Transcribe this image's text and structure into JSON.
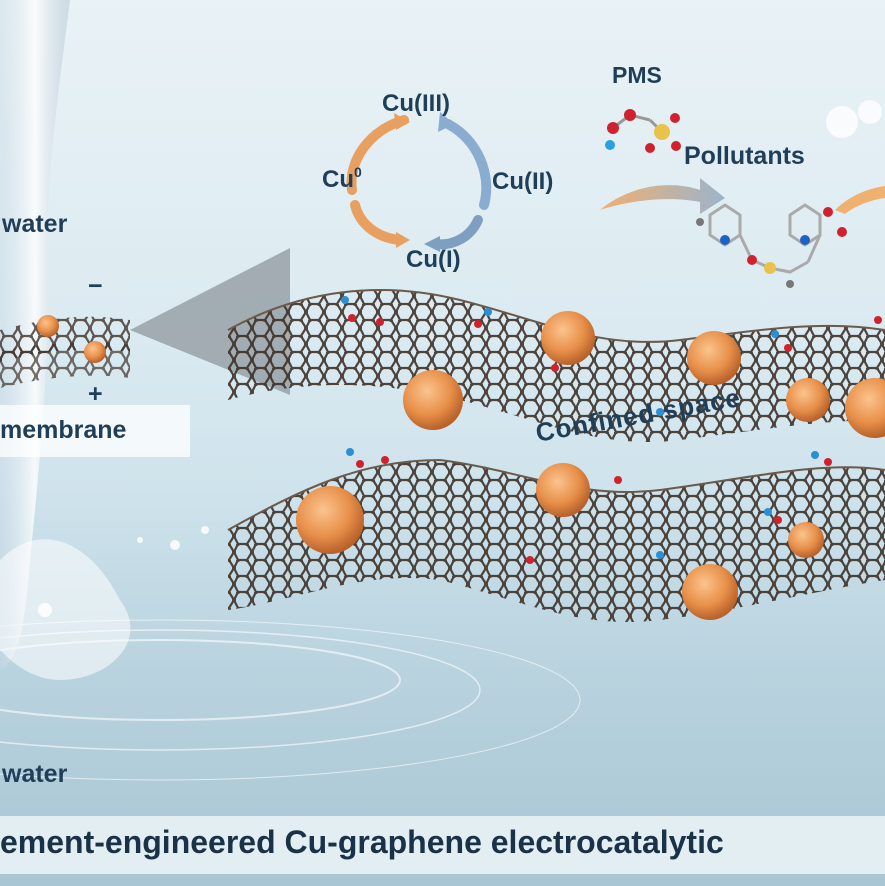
{
  "cycle": {
    "top": "Cu(III)",
    "right": "Cu(II)",
    "bottom": "Cu(I)",
    "left_base": "Cu",
    "left_sup": "0"
  },
  "reagent": "PMS",
  "pollutants": "Pollutants",
  "left_panel": {
    "water_top": "water",
    "minus": "−",
    "plus": "+",
    "membrane": "membrane",
    "water_bottom": "water"
  },
  "confined": "Confined space",
  "title": "ement-engineered Cu-graphene electrocatalytic",
  "colors": {
    "label": "#1f3e57",
    "cu_particle": "#e8904a",
    "graphene": "#4a3b30",
    "arrow_orange": "#e8a060",
    "arrow_blue": "#7f9fc0"
  }
}
